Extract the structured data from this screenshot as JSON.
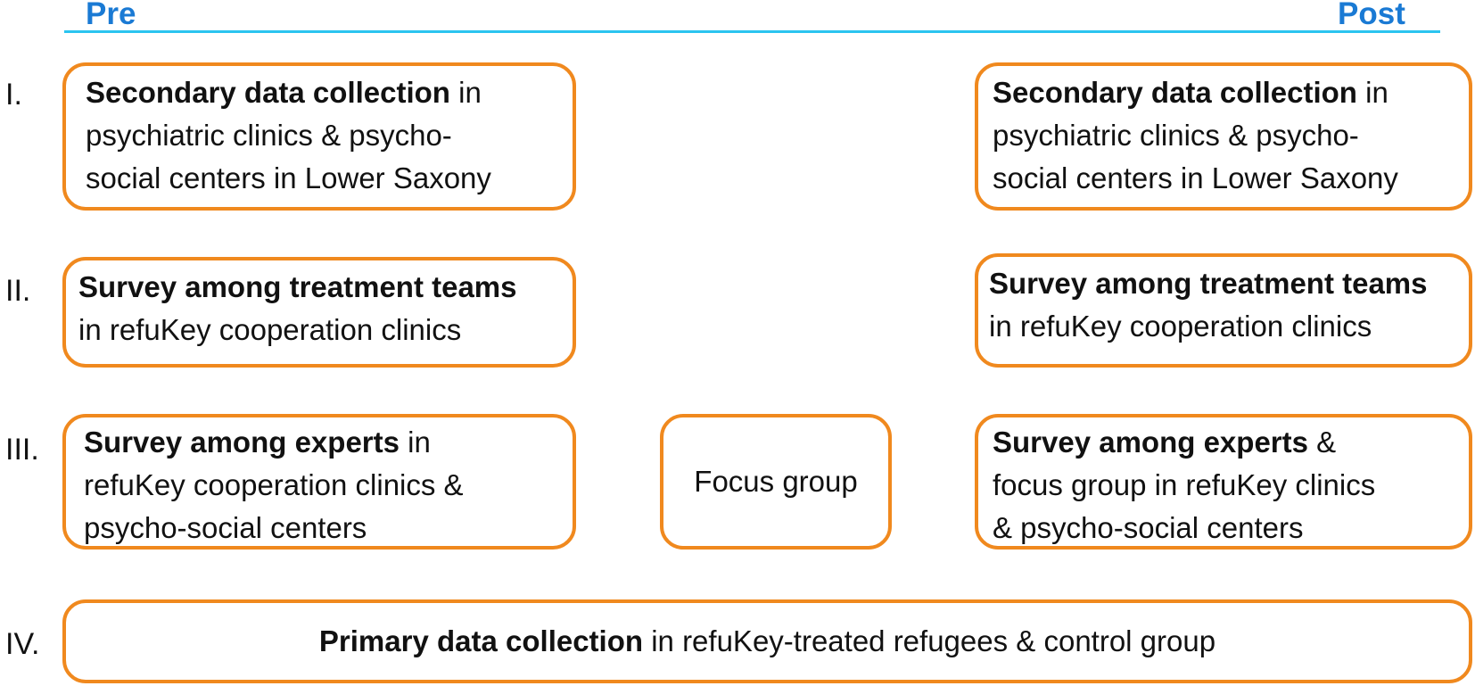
{
  "timeline": {
    "pre_label": "Pre",
    "post_label": "Post",
    "line_color": "#2bc4f0",
    "label_color": "#1a7ad4"
  },
  "colors": {
    "box_border": "#f0891e"
  },
  "rows": [
    {
      "numeral": "I.",
      "pre": {
        "bold": "Secondary data collection",
        "line1_rest": " in",
        "line2": "psychiatric clinics & psycho-",
        "line3": "social centers in Lower Saxony"
      },
      "post": {
        "bold": "Secondary data collection",
        "line1_rest": " in",
        "line2": "psychiatric clinics & psycho-",
        "line3": "social centers in Lower Saxony"
      }
    },
    {
      "numeral": "II.",
      "pre": {
        "bold": "Survey among treatment teams",
        "line2": "in refuKey cooperation clinics"
      },
      "post": {
        "bold": "Survey among treatment teams",
        "line2": "in refuKey cooperation clinics"
      }
    },
    {
      "numeral": "III.",
      "pre": {
        "bold": "Survey among experts",
        "line1_rest": " in",
        "line2": "refuKey cooperation clinics &",
        "line3": "psycho-social centers"
      },
      "middle": {
        "label": "Focus group"
      },
      "post": {
        "bold": "Survey among experts",
        "line1_rest": " &",
        "line2": "focus group in refuKey clinics",
        "line3": "& psycho-social centers"
      }
    },
    {
      "numeral": "IV.",
      "full": {
        "bold": "Primary data collection",
        "rest": " in refuKey-treated refugees & control group"
      }
    }
  ]
}
